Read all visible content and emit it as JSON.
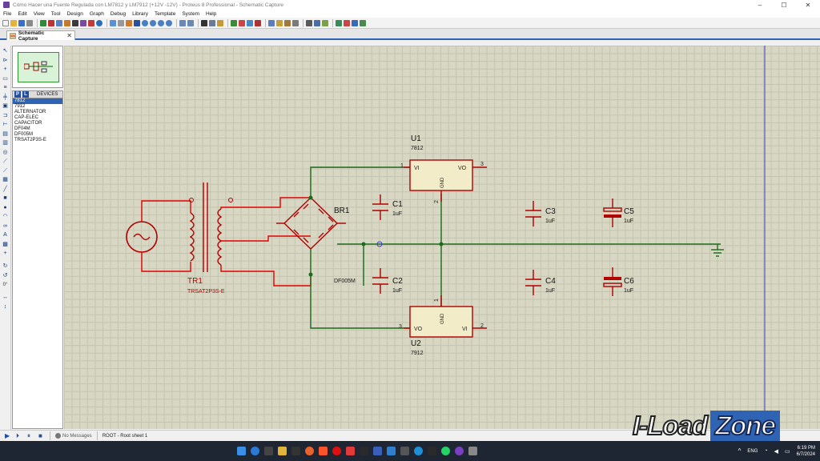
{
  "window": {
    "title": "Cómo Hacer una Fuente Regulada con LM7812 y LM7912 (+12V -12V) - Proteus 8 Professional - Schematic Capture",
    "controls": {
      "minimize": "–",
      "maximize": "☐",
      "close": "✕"
    }
  },
  "menu": [
    "File",
    "Edit",
    "View",
    "Tool",
    "Design",
    "Graph",
    "Debug",
    "Library",
    "Template",
    "System",
    "Help"
  ],
  "tab": {
    "label": "Schematic Capture",
    "close": "✕"
  },
  "devices": {
    "header_p": "P",
    "header_l": "L",
    "title": "DEVICES",
    "items": [
      "7812",
      "7912",
      "ALTERNATOR",
      "CAP-ELEC",
      "CAPACITOR",
      "DF04M",
      "DF005M",
      "TRSAT2P3S-E"
    ],
    "selected": "7812"
  },
  "left_tools": {
    "rotation": "0°"
  },
  "schematic": {
    "labels": {
      "u1_ref": "U1",
      "u1_value": "7812",
      "u2_ref": "U2",
      "u2_value": "7912",
      "br1_ref": "BR1",
      "br1_value": "DF005M",
      "tr1_ref": "TR1",
      "tr1_value": "TRSAT2P3S-E",
      "c1_ref": "C1",
      "c1_value": "1uF",
      "c2_ref": "C2",
      "c2_value": "1uF",
      "c3_ref": "C3",
      "c3_value": "1uF",
      "c4_ref": "C4",
      "c4_value": "1uF",
      "c5_ref": "C5",
      "c5_value": "1uF",
      "c6_ref": "C6",
      "c6_value": "1uF"
    },
    "pins": {
      "u1_vi": "VI",
      "u1_vo": "VO",
      "u1_gnd": "GND",
      "u1_p1": "1",
      "u1_p2": "2",
      "u1_p3": "3",
      "u2_vo": "VO",
      "u2_vi": "VI",
      "u2_gnd": "GND",
      "u2_p1": "1",
      "u2_p2": "2",
      "u2_p3": "3"
    },
    "colors": {
      "wire_green": "#1a6b1a",
      "part_red": "#b00000",
      "wire_red": "#e00000",
      "body_fill": "#f2ecc8"
    }
  },
  "status": {
    "messages": "No Messages",
    "sheet": "ROOT - Root sheet 1"
  },
  "taskbar": {
    "lang": "ENG",
    "time": "6:19 PM",
    "date": "6/7/2024"
  },
  "watermark": {
    "part1": "I-Load",
    "part2": "Zone"
  }
}
